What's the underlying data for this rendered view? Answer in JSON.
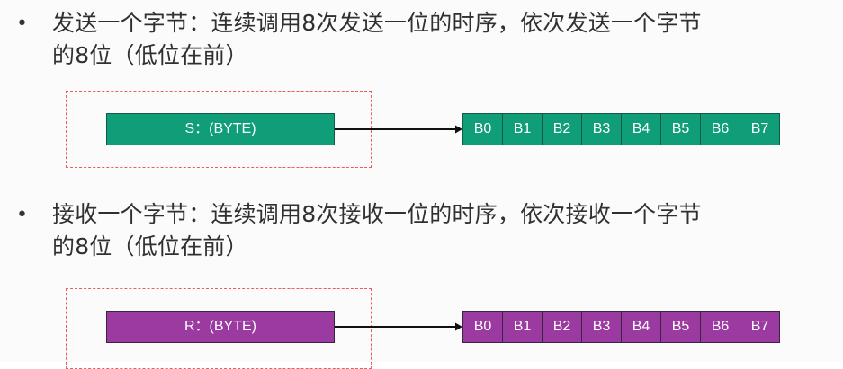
{
  "bullets": [
    {
      "marker": "•",
      "line1": "发送一个字节：连续调用8次发送一位的时序，依次发送一个字节",
      "line2": "的8位（低位在前）"
    },
    {
      "marker": "•",
      "line1": "接收一个字节：连续调用8次接收一位的时序，依次接收一个字节",
      "line2": "的8位（低位在前）"
    }
  ],
  "send": {
    "byte_label": "S：(BYTE)",
    "bits": [
      "B0",
      "B1",
      "B2",
      "B3",
      "B4",
      "B5",
      "B6",
      "B7"
    ],
    "color": "#0f9e78"
  },
  "receive": {
    "byte_label": "R：(BYTE)",
    "bits": [
      "B0",
      "B1",
      "B2",
      "B3",
      "B4",
      "B5",
      "B6",
      "B7"
    ],
    "color": "#9b3aa0"
  },
  "highlight_color": "#ef5b5b"
}
